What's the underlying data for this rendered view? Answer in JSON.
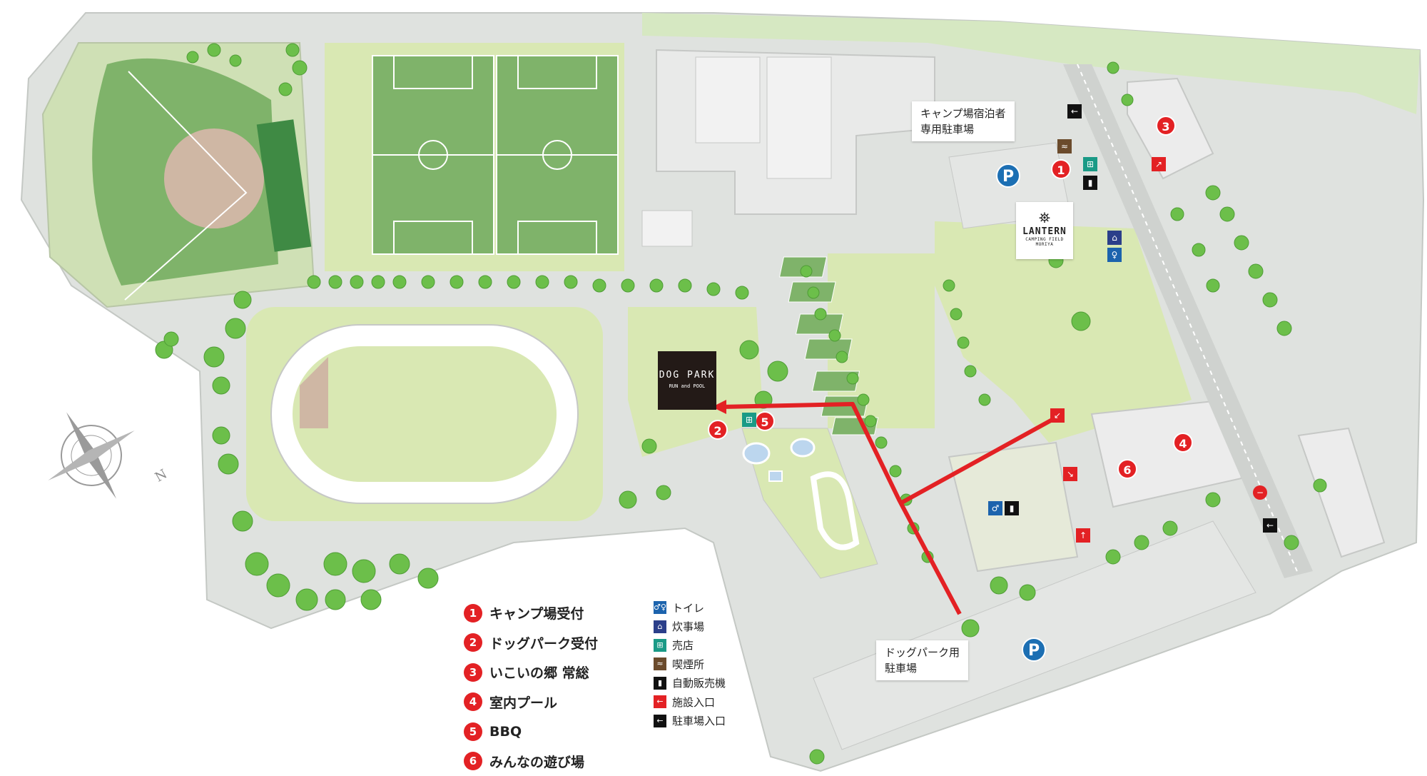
{
  "parking_labels": {
    "camp_guest": "キャンプ場宿泊者\n専用駐車場",
    "dogpark": "ドッグパーク用\n駐車場"
  },
  "parking_symbol": "P",
  "lantern_logo": {
    "main": "LANTERN",
    "sub": "CAMPING FIELD MORIYA"
  },
  "dogpark_logo": {
    "main": "DOG PARK",
    "sub": "RUN and POOL"
  },
  "compass_letter": "N",
  "numbered_legend": [
    {
      "num": "1",
      "label": "キャンプ場受付"
    },
    {
      "num": "2",
      "label": "ドッグパーク受付"
    },
    {
      "num": "3",
      "label": "いこいの郷 常総"
    },
    {
      "num": "4",
      "label": "室内プール"
    },
    {
      "num": "5",
      "label": "BBQ"
    },
    {
      "num": "6",
      "label": "みんなの遊び場"
    }
  ],
  "icon_legend": [
    {
      "icon": "toilet-icon",
      "label": "トイレ",
      "color": "#1c63ad",
      "glyph": "♂♀"
    },
    {
      "icon": "kitchen-icon",
      "label": "炊事場",
      "color": "#2b3f8a",
      "glyph": "⌂"
    },
    {
      "icon": "shop-icon",
      "label": "売店",
      "color": "#1a9a86",
      "glyph": "⊞"
    },
    {
      "icon": "smoking-icon",
      "label": "喫煙所",
      "color": "#6b4b2c",
      "glyph": "≈"
    },
    {
      "icon": "vending-icon",
      "label": "自動販売機",
      "color": "#111111",
      "glyph": "▮"
    },
    {
      "icon": "facility-entrance-icon",
      "label": "施設入口",
      "color": "#e32124",
      "glyph": "←"
    },
    {
      "icon": "parking-entrance-icon",
      "label": "駐車場入口",
      "color": "#111111",
      "glyph": "←"
    }
  ],
  "colors": {
    "route": "#e32124",
    "badge": "#e32124",
    "parking_pin": "#1c6fb3",
    "field_dark": "#7fb36a",
    "field_light": "#d9e8b3",
    "road": "#cfd2cf",
    "tree": "#6cbf4a"
  }
}
